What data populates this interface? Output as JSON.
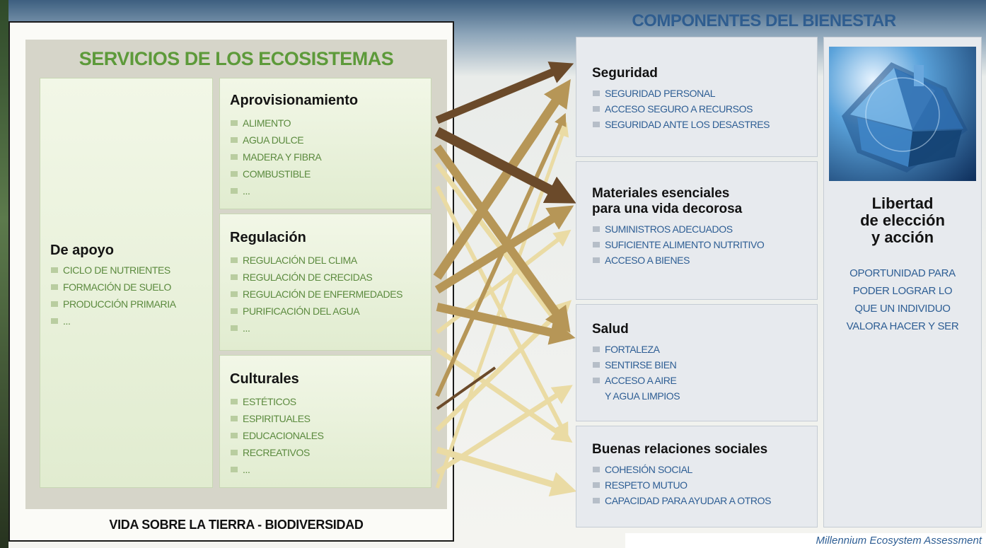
{
  "ecosystem": {
    "title": "SERVICIOS DE LOS ECOSISTEMAS",
    "footer": "VIDA SOBRE LA TIERRA - BIODIVERSIDAD",
    "apoyo": {
      "title": "De apoyo",
      "items": [
        "CICLO DE NUTRIENTES",
        "FORMACIÓN DE SUELO",
        "PRODUCCIÓN PRIMARIA",
        "..."
      ]
    },
    "aprovisionamiento": {
      "title": "Aprovisionamiento",
      "items": [
        "ALIMENTO",
        "AGUA DULCE",
        "MADERA Y FIBRA",
        "COMBUSTIBLE",
        "..."
      ]
    },
    "regulacion": {
      "title": "Regulación",
      "items": [
        "REGULACIÓN DEL CLIMA",
        "REGULACIÓN DE CRECIDAS",
        "REGULACIÓN DE ENFERMEDADES",
        "PURIFICACIÓN DEL AGUA",
        "..."
      ]
    },
    "culturales": {
      "title": "Culturales",
      "items": [
        "ESTÉTICOS",
        "ESPIRITUALES",
        "EDUCACIONALES",
        "RECREATIVOS",
        "..."
      ]
    }
  },
  "wellbeing": {
    "title": "COMPONENTES DEL BIENESTAR",
    "seguridad": {
      "title": "Seguridad",
      "items": [
        "SEGURIDAD PERSONAL",
        "ACCESO SEGURO A RECURSOS",
        "SEGURIDAD ANTE LOS DESASTRES"
      ]
    },
    "materiales": {
      "title_line1": "Materiales esenciales",
      "title_line2": "para una vida decorosa",
      "items": [
        "SUMINISTROS ADECUADOS",
        "SUFICIENTE ALIMENTO NUTRITIVO",
        "ACCESO A BIENES"
      ]
    },
    "salud": {
      "title": "Salud",
      "items": [
        "FORTALEZA",
        "SENTIRSE BIEN",
        "ACCESO A AIRE",
        "Y AGUA LIMPIOS"
      ]
    },
    "relaciones": {
      "title": "Buenas relaciones sociales",
      "items": [
        "COHESIÓN SOCIAL",
        "RESPETO MUTUO",
        "CAPACIDAD PARA AYUDAR A OTROS"
      ]
    },
    "libertad": {
      "title_line1": "Libertad",
      "title_line2": "de elección",
      "title_line3": "y acción",
      "desc": [
        "OPORTUNIDAD PARA",
        "PODER LOGRAR LO",
        "QUE UN INDIVIDUO",
        "VALORA HACER Y SER"
      ]
    }
  },
  "colors": {
    "dark_brown": "#6b4a2a",
    "mid_tan": "#b39358",
    "light_tan": "#e8d9a0",
    "eco_green": "#5d9a3a",
    "wb_blue": "#2e5e94"
  },
  "credit": "Millennium Ecosystem Assessment"
}
